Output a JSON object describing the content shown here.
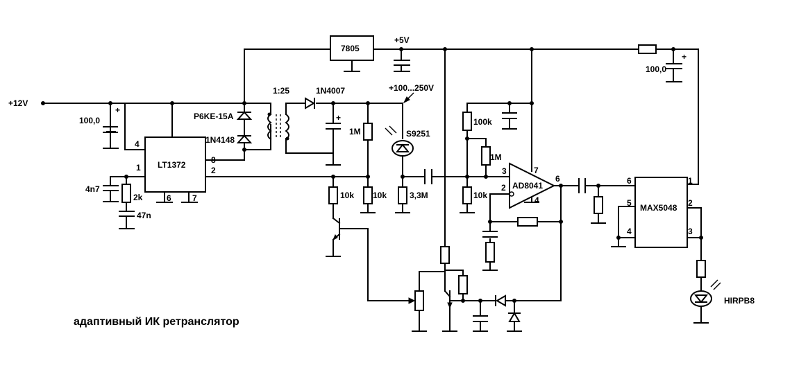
{
  "title": "адаптивный ИК ретранслятор",
  "components": {
    "regulator": "7805",
    "controller": "LT1372",
    "opamp": "AD8041",
    "driver": "MAX5048",
    "tvs": "P6KE-15A",
    "zener": "1N4148",
    "diode": "1N4007",
    "transformer_ratio": "1:25",
    "pmt": "S9251",
    "led": "HIRPB8"
  },
  "nets": {
    "v12": "+12V",
    "v5": "+5V",
    "hv": "+100...250V"
  },
  "values": {
    "c_in": "100,0",
    "c_out": "100,0",
    "c_comp": "4n7",
    "c_comp2": "47n",
    "r_comp": "2k",
    "r_hv": "1M",
    "r_fb1": "10k",
    "r_fb2": "10k",
    "r_load": "3,3M",
    "r_bias_top": "100k",
    "r_bias_mid": "1M",
    "r_bias_bot": "10k"
  },
  "pins": {
    "lt_4": "4",
    "lt_1": "1",
    "lt_8": "8",
    "lt_2": "2",
    "lt_6": "6",
    "lt_7": "7",
    "op_3": "3",
    "op_2": "2",
    "op_7": "7",
    "op_4": "4",
    "op_6": "6",
    "mx_6": "6",
    "mx_5": "5",
    "mx_4": "4",
    "mx_1": "1",
    "mx_2": "2",
    "mx_3": "3"
  }
}
